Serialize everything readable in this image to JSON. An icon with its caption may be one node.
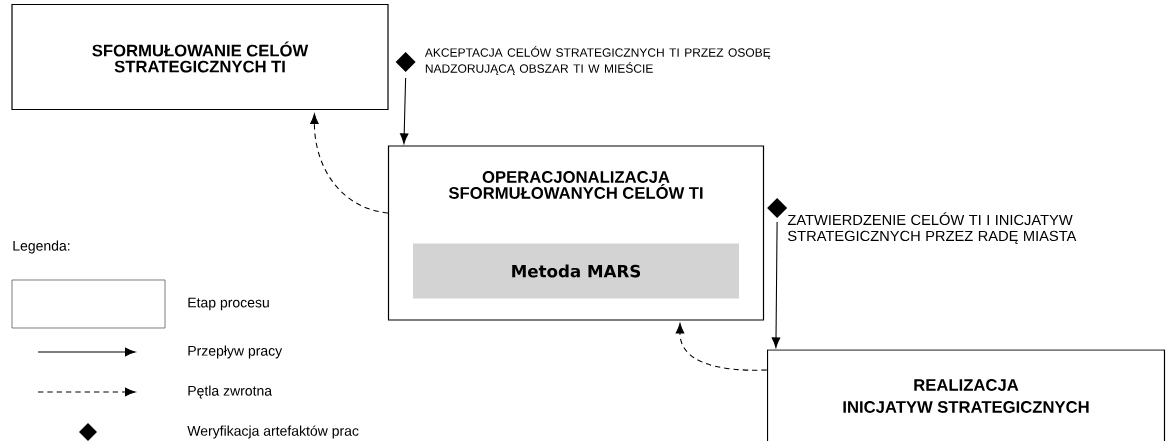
{
  "diagram": {
    "nodes": [
      {
        "text": [
          "SFORMUŁOWANIE CELÓW STRATEGICZNYCH TI"
        ]
      },
      {
        "text": [
          "OPERACJONALIZACJA SFORMUŁOWANYCH CELÓW TI"
        ]
      },
      {
        "text": [
          "Metoda MARS"
        ],
        "in": 1
      },
      {
        "text": [
          "REALIZACJA INICJATYW STRATEGICZNYCH"
        ]
      }
    ],
    "edges": [
      {
        "from": 0,
        "to": 1,
        "arrow": "to",
        "label": "AKCEPTACJA CELÓW STRATEGICZNYCH TI PRZEZ OSOBĘ NADZORUJĄCĄ OBSZAR TI W MIEŚCIE"
      },
      {
        "from": 1,
        "to": 0,
        "arrow": "to",
        "style": "dashed"
      },
      {
        "from": 1,
        "to": 3,
        "arrow": "to",
        "label": "ZATWIERDZENIE CELÓW TI I INICJATYW STRATEGICZNYCH PRZEZ RADĘ MIASTA"
      },
      {
        "from": 3,
        "to": 1,
        "arrow": "to",
        "style": "dashed"
      }
    ],
    "labels": [
      "Legenda:"
    ],
    "legend": [
      {
        "text": "Etap procesu"
      },
      {
        "text": "Przepływ pracy"
      },
      {
        "text": "Pętla zwrotna"
      },
      {
        "text": "Weryfikacja artefaktów prac"
      }
    ]
  }
}
